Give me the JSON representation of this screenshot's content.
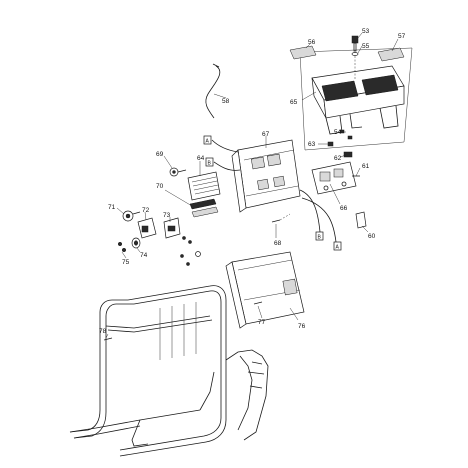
{
  "callouts": [
    {
      "id": "c53",
      "label": "53"
    },
    {
      "id": "c55",
      "label": "55"
    },
    {
      "id": "c56",
      "label": "56"
    },
    {
      "id": "c57",
      "label": "57"
    },
    {
      "id": "c58",
      "label": "58"
    },
    {
      "id": "c65",
      "label": "65"
    },
    {
      "id": "c54",
      "label": "54"
    },
    {
      "id": "c67",
      "label": "67"
    },
    {
      "id": "c63",
      "label": "63"
    },
    {
      "id": "c62",
      "label": "62"
    },
    {
      "id": "c61",
      "label": "61"
    },
    {
      "id": "c69",
      "label": "69"
    },
    {
      "id": "c64",
      "label": "64"
    },
    {
      "id": "c70",
      "label": "70"
    },
    {
      "id": "c71",
      "label": "71"
    },
    {
      "id": "c72",
      "label": "72"
    },
    {
      "id": "c73",
      "label": "73"
    },
    {
      "id": "c74",
      "label": "74"
    },
    {
      "id": "c75",
      "label": "75"
    },
    {
      "id": "c66",
      "label": "66"
    },
    {
      "id": "c68",
      "label": "68"
    },
    {
      "id": "c60",
      "label": "60"
    },
    {
      "id": "c77",
      "label": "77"
    },
    {
      "id": "c76",
      "label": "76"
    },
    {
      "id": "c78",
      "label": "78"
    }
  ],
  "connector_tags": {
    "tag_a_label": "A",
    "tag_b_label": "B"
  }
}
